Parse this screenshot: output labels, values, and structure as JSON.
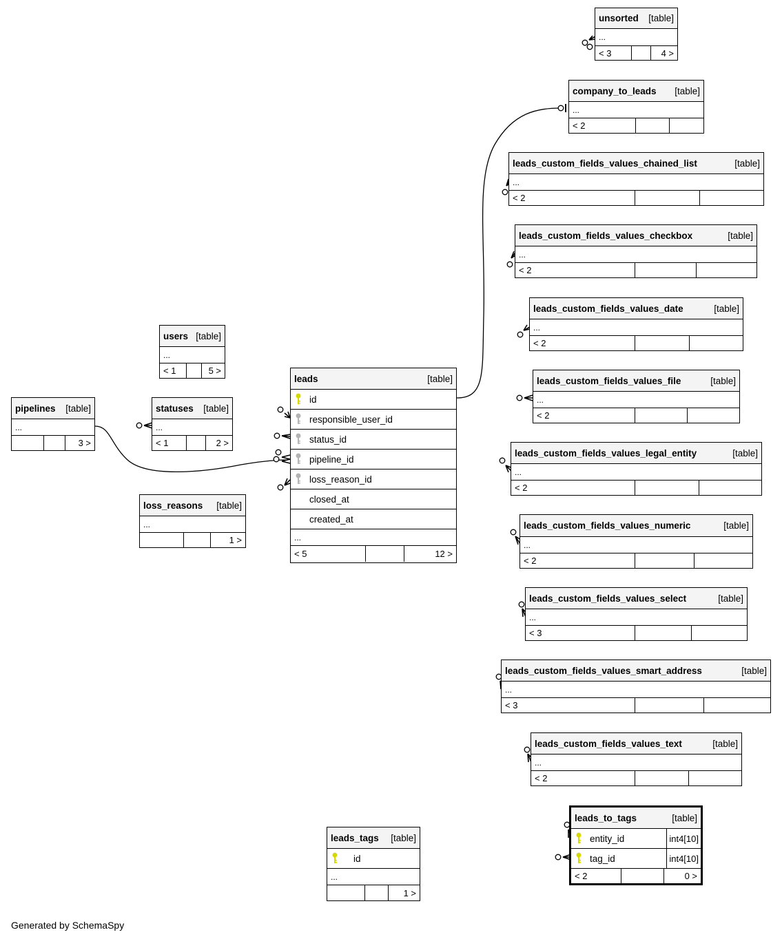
{
  "tables": {
    "unsorted": {
      "name": "unsorted",
      "tag": "[table]",
      "ellipsis": "...",
      "left": "< 3",
      "right": "4 >"
    },
    "company_to_leads": {
      "name": "company_to_leads",
      "tag": "[table]",
      "ellipsis": "...",
      "left": "< 2",
      "right": ""
    },
    "chained_list": {
      "name": "leads_custom_fields_values_chained_list",
      "tag": "[table]",
      "ellipsis": "...",
      "left": "< 2",
      "right": ""
    },
    "checkbox": {
      "name": "leads_custom_fields_values_checkbox",
      "tag": "[table]",
      "ellipsis": "...",
      "left": "< 2",
      "right": ""
    },
    "date": {
      "name": "leads_custom_fields_values_date",
      "tag": "[table]",
      "ellipsis": "...",
      "left": "< 2",
      "right": ""
    },
    "file": {
      "name": "leads_custom_fields_values_file",
      "tag": "[table]",
      "ellipsis": "...",
      "left": "< 2",
      "right": ""
    },
    "legal_entity": {
      "name": "leads_custom_fields_values_legal_entity",
      "tag": "[table]",
      "ellipsis": "...",
      "left": "< 2",
      "right": ""
    },
    "numeric": {
      "name": "leads_custom_fields_values_numeric",
      "tag": "[table]",
      "ellipsis": "...",
      "left": "< 2",
      "right": ""
    },
    "select": {
      "name": "leads_custom_fields_values_select",
      "tag": "[table]",
      "ellipsis": "...",
      "left": "< 3",
      "right": ""
    },
    "smart_address": {
      "name": "leads_custom_fields_values_smart_address",
      "tag": "[table]",
      "ellipsis": "...",
      "left": "< 3",
      "right": ""
    },
    "text": {
      "name": "leads_custom_fields_values_text",
      "tag": "[table]",
      "ellipsis": "...",
      "left": "< 2",
      "right": ""
    },
    "users": {
      "name": "users",
      "tag": "[table]",
      "ellipsis": "...",
      "left": "< 1",
      "right": "5 >"
    },
    "statuses": {
      "name": "statuses",
      "tag": "[table]",
      "ellipsis": "...",
      "left": "< 1",
      "right": "2 >"
    },
    "pipelines": {
      "name": "pipelines",
      "tag": "[table]",
      "ellipsis": "...",
      "left": "",
      "right": "3 >"
    },
    "loss_reasons": {
      "name": "loss_reasons",
      "tag": "[table]",
      "ellipsis": "...",
      "left": "",
      "right": "1 >"
    },
    "leads": {
      "name": "leads",
      "tag": "[table]",
      "ellipsis": "...",
      "left": "< 5",
      "right": "12 >",
      "columns": [
        "id",
        "responsible_user_id",
        "status_id",
        "pipeline_id",
        "loss_reason_id",
        "closed_at",
        "created_at"
      ]
    },
    "leads_tags": {
      "name": "leads_tags",
      "tag": "[table]",
      "ellipsis": "...",
      "left": "",
      "right": "1 >",
      "columns": [
        "id"
      ]
    },
    "leads_to_tags": {
      "name": "leads_to_tags",
      "tag": "[table]",
      "left": "< 2",
      "right": "0 >",
      "columns": [
        "entity_id",
        "tag_id"
      ],
      "types": [
        "int4[10]",
        "int4[10]"
      ]
    }
  },
  "footer": "Generated by SchemaSpy",
  "colors": {
    "primary_key": "#d8d800",
    "foreign_key": "#b4b4b4",
    "header_bg": "#f4f4f4"
  }
}
